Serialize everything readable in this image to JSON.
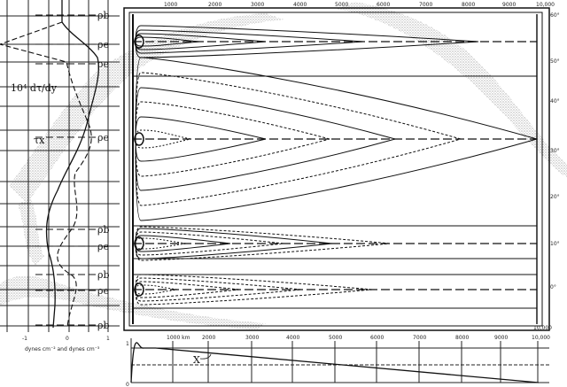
{
  "top_axis": {
    "ticks": [
      "1000",
      "2000",
      "3000",
      "4000",
      "5000",
      "6000",
      "7000",
      "8000",
      "9000",
      "10,000"
    ]
  },
  "latitude_axis": {
    "ticks": [
      "60°",
      "50°",
      "40°",
      "30°",
      "20°",
      "10°",
      "0°"
    ]
  },
  "bottom_corner_label": "10,000",
  "left_panel": {
    "curve_labels": {
      "dtau": "10⁴ dτ/dy",
      "tau": "τx"
    },
    "x_ticks": [
      "-1",
      "0",
      "1"
    ],
    "x_label": "dynes cm⁻² and dynes cm⁻³",
    "rho_labels": [
      "ρb",
      "ρe",
      "ρe",
      "ρe",
      "ρb",
      "ρe",
      "ρb",
      "ρe",
      "ρb"
    ]
  },
  "bottom_panel": {
    "x_ticks": [
      "1000 km",
      "2000",
      "3000",
      "4000",
      "5000",
      "6000",
      "7000",
      "8000",
      "9000",
      "10,000"
    ],
    "y_ticks": [
      "1",
      "0"
    ],
    "curve_label": "X",
    "curve_profile": {
      "x_km": [
        0,
        150,
        300,
        600,
        10000
      ],
      "X": [
        0,
        1.15,
        1.0,
        1.0,
        0
      ]
    }
  },
  "colors": {
    "ink": "#111111",
    "stipple": "#9a9a9a",
    "background": "#ffffff"
  }
}
